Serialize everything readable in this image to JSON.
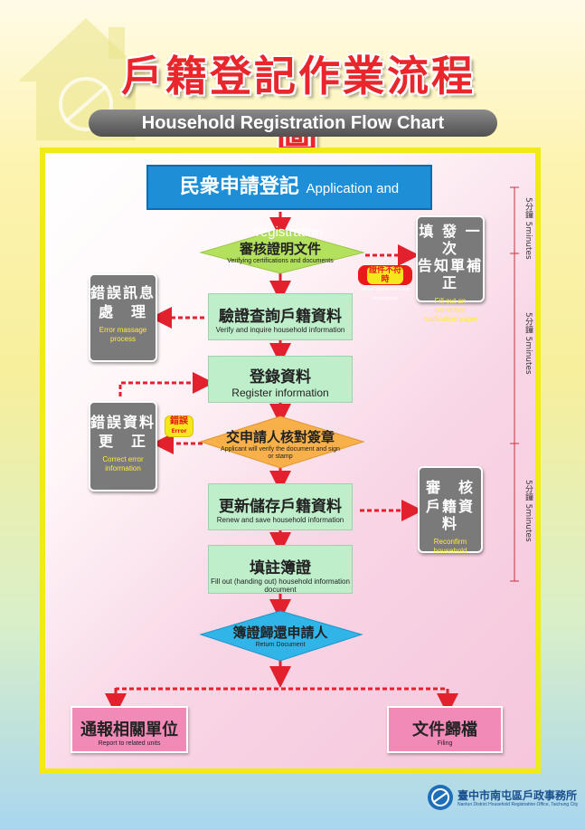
{
  "title_zh": "戶籍登記作業流程圖",
  "title_en": "Household Registration Flow Chart",
  "steps": {
    "application": {
      "zh": "民衆申請登記",
      "en": "Application and registration"
    },
    "verify_docs": {
      "zh": "審核證明文件",
      "en": "Verifying certifications and documents"
    },
    "inquire": {
      "zh": "驗證查詢戶籍資料",
      "en": "Verify and inquire household information"
    },
    "register": {
      "zh": "登錄資料",
      "en": "Register information"
    },
    "applicant_check": {
      "zh": "交申請人核對簽章",
      "en": "Applicant will verify the document and sign or stamp"
    },
    "renew": {
      "zh": "更新儲存戶籍資料",
      "en": "Renew and save household information"
    },
    "fill_out": {
      "zh": "填註簿證",
      "en": "Fill out (handing out) household information document"
    },
    "return_doc": {
      "zh": "簿證歸還申請人",
      "en": "Return Document"
    },
    "report": {
      "zh": "通報相關單位",
      "en": "Report to related units"
    },
    "filing": {
      "zh": "文件歸檔",
      "en": "Filing"
    }
  },
  "side": {
    "notice": {
      "zh1": "填 發 一 次",
      "zh2": "告知單補正",
      "en": "Fill out an correction notification paper"
    },
    "error_msg": {
      "zh1": "錯誤訊息",
      "zh2": "處　理",
      "en": "Error massage process"
    },
    "correct": {
      "zh1": "錯誤資料",
      "zh2": "更　正",
      "en": "Correct error information"
    },
    "reconfirm": {
      "zh1": "審　核",
      "zh2": "戶籍資料",
      "en": "Reconfirm household"
    }
  },
  "badges": {
    "incomplete": {
      "zh": "證件不符時",
      "en": "When documents are incomplete"
    },
    "error": {
      "zh": "錯誤",
      "en": "Error"
    }
  },
  "timeline": [
    "5分鐘 5minutes",
    "5分鐘 5minutes",
    "5分鐘 5minutes"
  ],
  "footer": {
    "name": "臺中市南屯區戶政事務所",
    "en": "Nantun District Household Registration Office, Taichung City"
  },
  "colors": {
    "arrow": "#e3202d",
    "blue": "#1e8fd6",
    "green": "#bfeecb",
    "orange": "#f7b04a",
    "pink": "#f28ab8",
    "gray": "#7a7a7a"
  }
}
